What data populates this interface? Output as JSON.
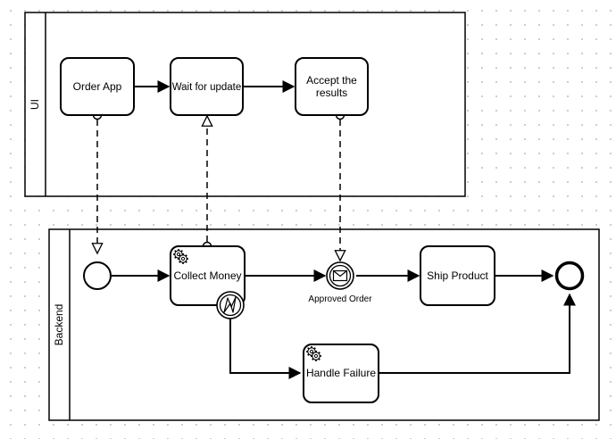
{
  "pools": {
    "ui": {
      "label": "UI"
    },
    "backend": {
      "label": "Backend"
    }
  },
  "tasks": {
    "order_app": [
      "Order App"
    ],
    "wait_update": [
      "Wait for update"
    ],
    "accept_results": [
      "Accept the",
      "results"
    ],
    "collect_money": [
      "Collect Money"
    ],
    "ship_product": [
      "Ship Product"
    ],
    "handle_failure": [
      "Handle Failure"
    ]
  },
  "events": {
    "approved_order": "Approved Order"
  },
  "icons": {
    "service_task": "gear-icon",
    "message_event": "envelope-icon",
    "error_event": "lightning-icon"
  }
}
